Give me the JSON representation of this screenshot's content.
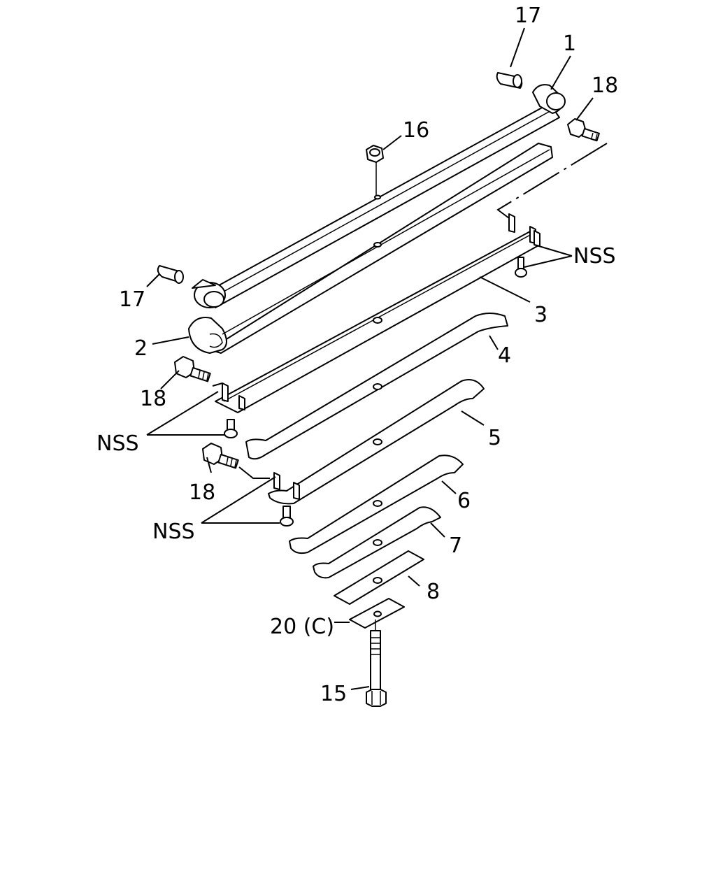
{
  "diagram": {
    "callouts": {
      "c1": "1",
      "c2": "2",
      "c3": "3",
      "c4": "4",
      "c5": "5",
      "c6": "6",
      "c7": "7",
      "c8": "8",
      "c15": "15",
      "c16": "16",
      "c17_top": "17",
      "c17_left": "17",
      "c18_top": "18",
      "c18_mid": "18",
      "c18_low": "18",
      "c20": "20 (C)",
      "nss_right": "NSS",
      "nss_mid": "NSS",
      "nss_low": "NSS"
    },
    "colors": {
      "line": "#000000",
      "background": "#ffffff"
    }
  }
}
